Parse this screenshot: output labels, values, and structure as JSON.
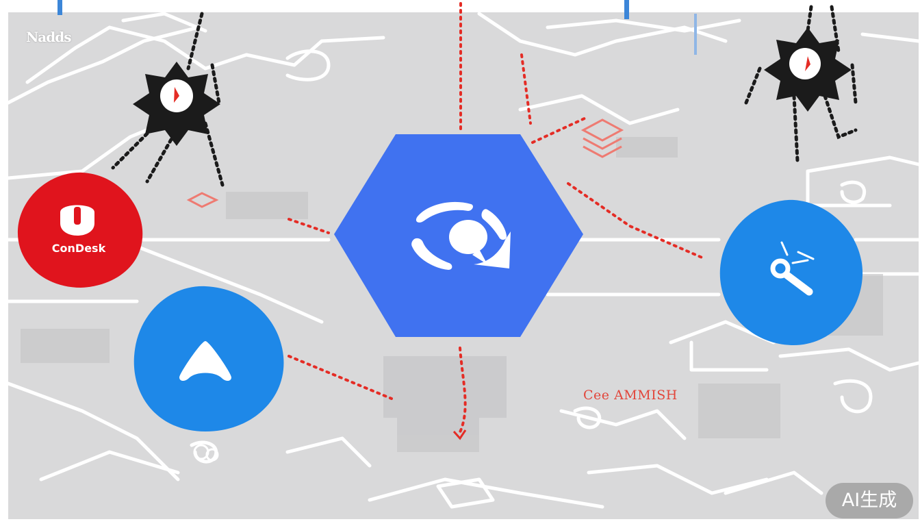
{
  "corner_text": "Nadds",
  "nodes": {
    "left_red": {
      "label": "ConDesk",
      "icon": "horseshoe-u-icon",
      "color": "#e0141d"
    },
    "center": {
      "icon": "chat-cycle-icon",
      "color": "#4072f0"
    },
    "lower_left": {
      "icon": "up-arrow-icon",
      "color": "#1e88e8"
    },
    "right": {
      "icon": "key-icon",
      "color": "#1e88e8"
    }
  },
  "map_label": "Cee AMMISH",
  "watermark": "AI生成",
  "colors": {
    "background": "#d9d9da",
    "connector": "#e42c25",
    "star": "#1b1b1b"
  }
}
